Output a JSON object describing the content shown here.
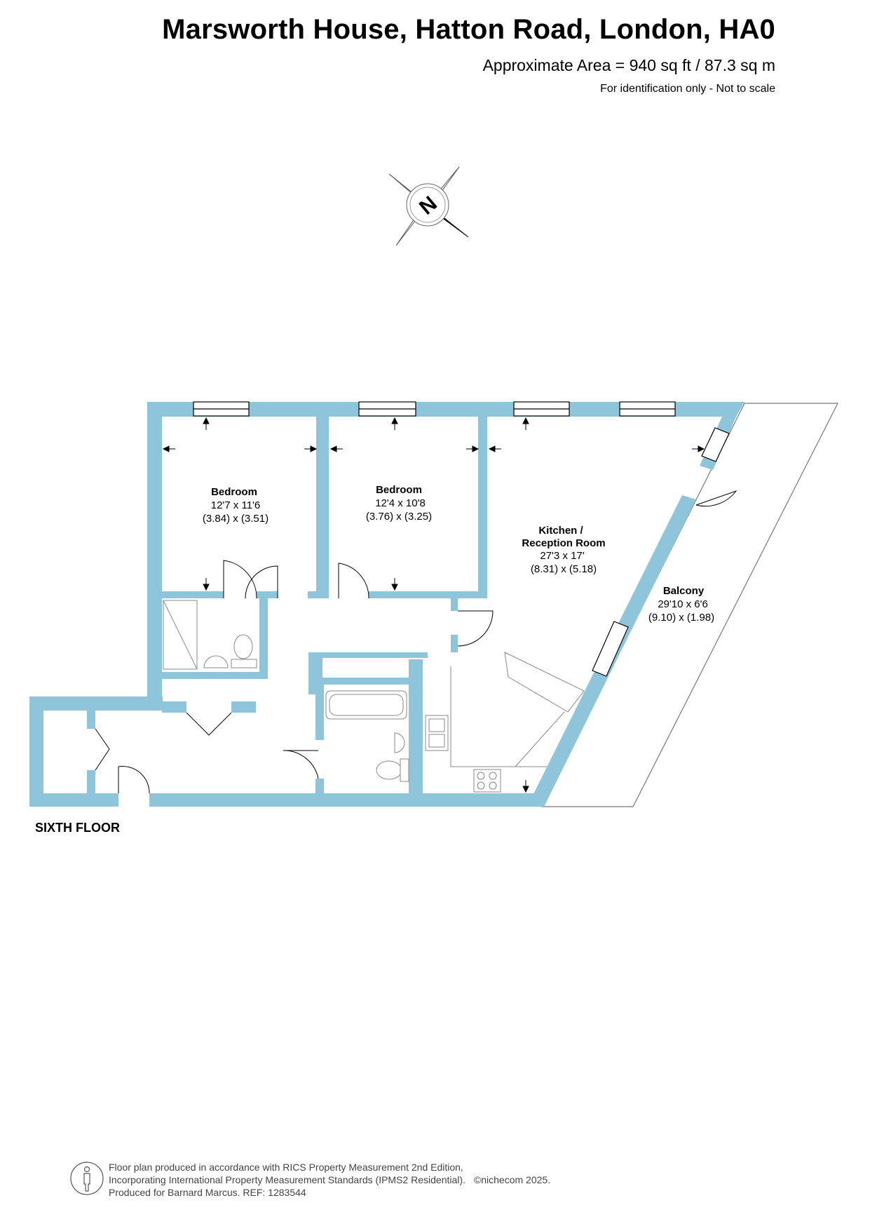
{
  "header": {
    "title": "Marsworth House, Hatton Road, London, HA0",
    "area": "Approximate Area = 940 sq ft / 87.3 sq m",
    "note": "For identification only - Not to scale"
  },
  "compass": {
    "letter": "N",
    "icon": "compass-rose-icon"
  },
  "rooms": {
    "bedroom1": {
      "name": "Bedroom",
      "imperial": "12'7 x 11'6",
      "metric": "(3.84) x (3.51)"
    },
    "bedroom2": {
      "name": "Bedroom",
      "imperial": "12'4 x 10'8",
      "metric": "(3.76) x (3.25)"
    },
    "kitchen": {
      "name_line1": "Kitchen /",
      "name_line2": "Reception Room",
      "imperial": "27'3 x 17'",
      "metric": "(8.31) x (5.18)"
    },
    "balcony": {
      "name": "Balcony",
      "imperial": "29'10 x 6'6",
      "metric": "(9.10) x (1.98)"
    }
  },
  "floor_label": "SIXTH FLOOR",
  "footer": {
    "line1": "Floor plan produced in accordance with RICS Property Measurement 2nd Edition,",
    "line2": "Incorporating International Property Measurement Standards (IPMS2 Residential).",
    "copyright": "©nichecom 2025.",
    "line3": "Produced for Barnard Marcus.   REF:  1283544"
  },
  "colors": {
    "wall": "#8ec5da",
    "ink": "#000000",
    "fixture": "#888888"
  }
}
